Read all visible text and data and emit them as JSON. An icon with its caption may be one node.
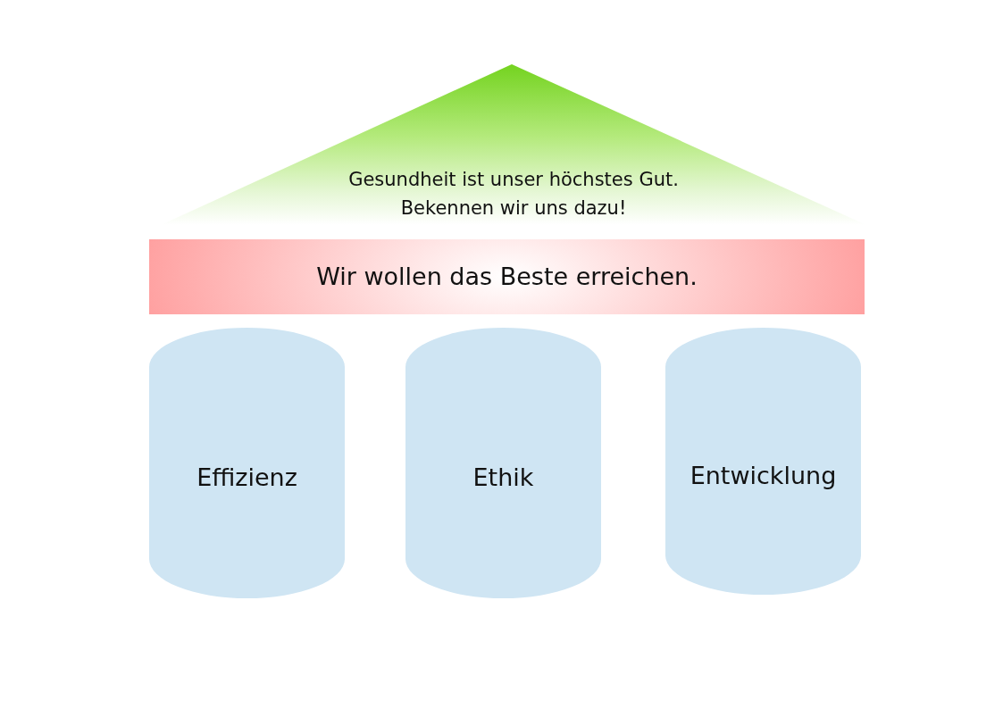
{
  "diagram": {
    "nodes": [
      {
        "text": [
          "Gesundheit ist unser höchstes Gut. Bekennen wir uns dazu!"
        ]
      },
      {
        "text": [
          "Wir wollen das Beste erreichen."
        ]
      },
      {
        "text": [
          "Effizienz"
        ]
      },
      {
        "text": [
          "Ethik"
        ]
      },
      {
        "text": [
          "Entwicklung"
        ]
      }
    ]
  }
}
